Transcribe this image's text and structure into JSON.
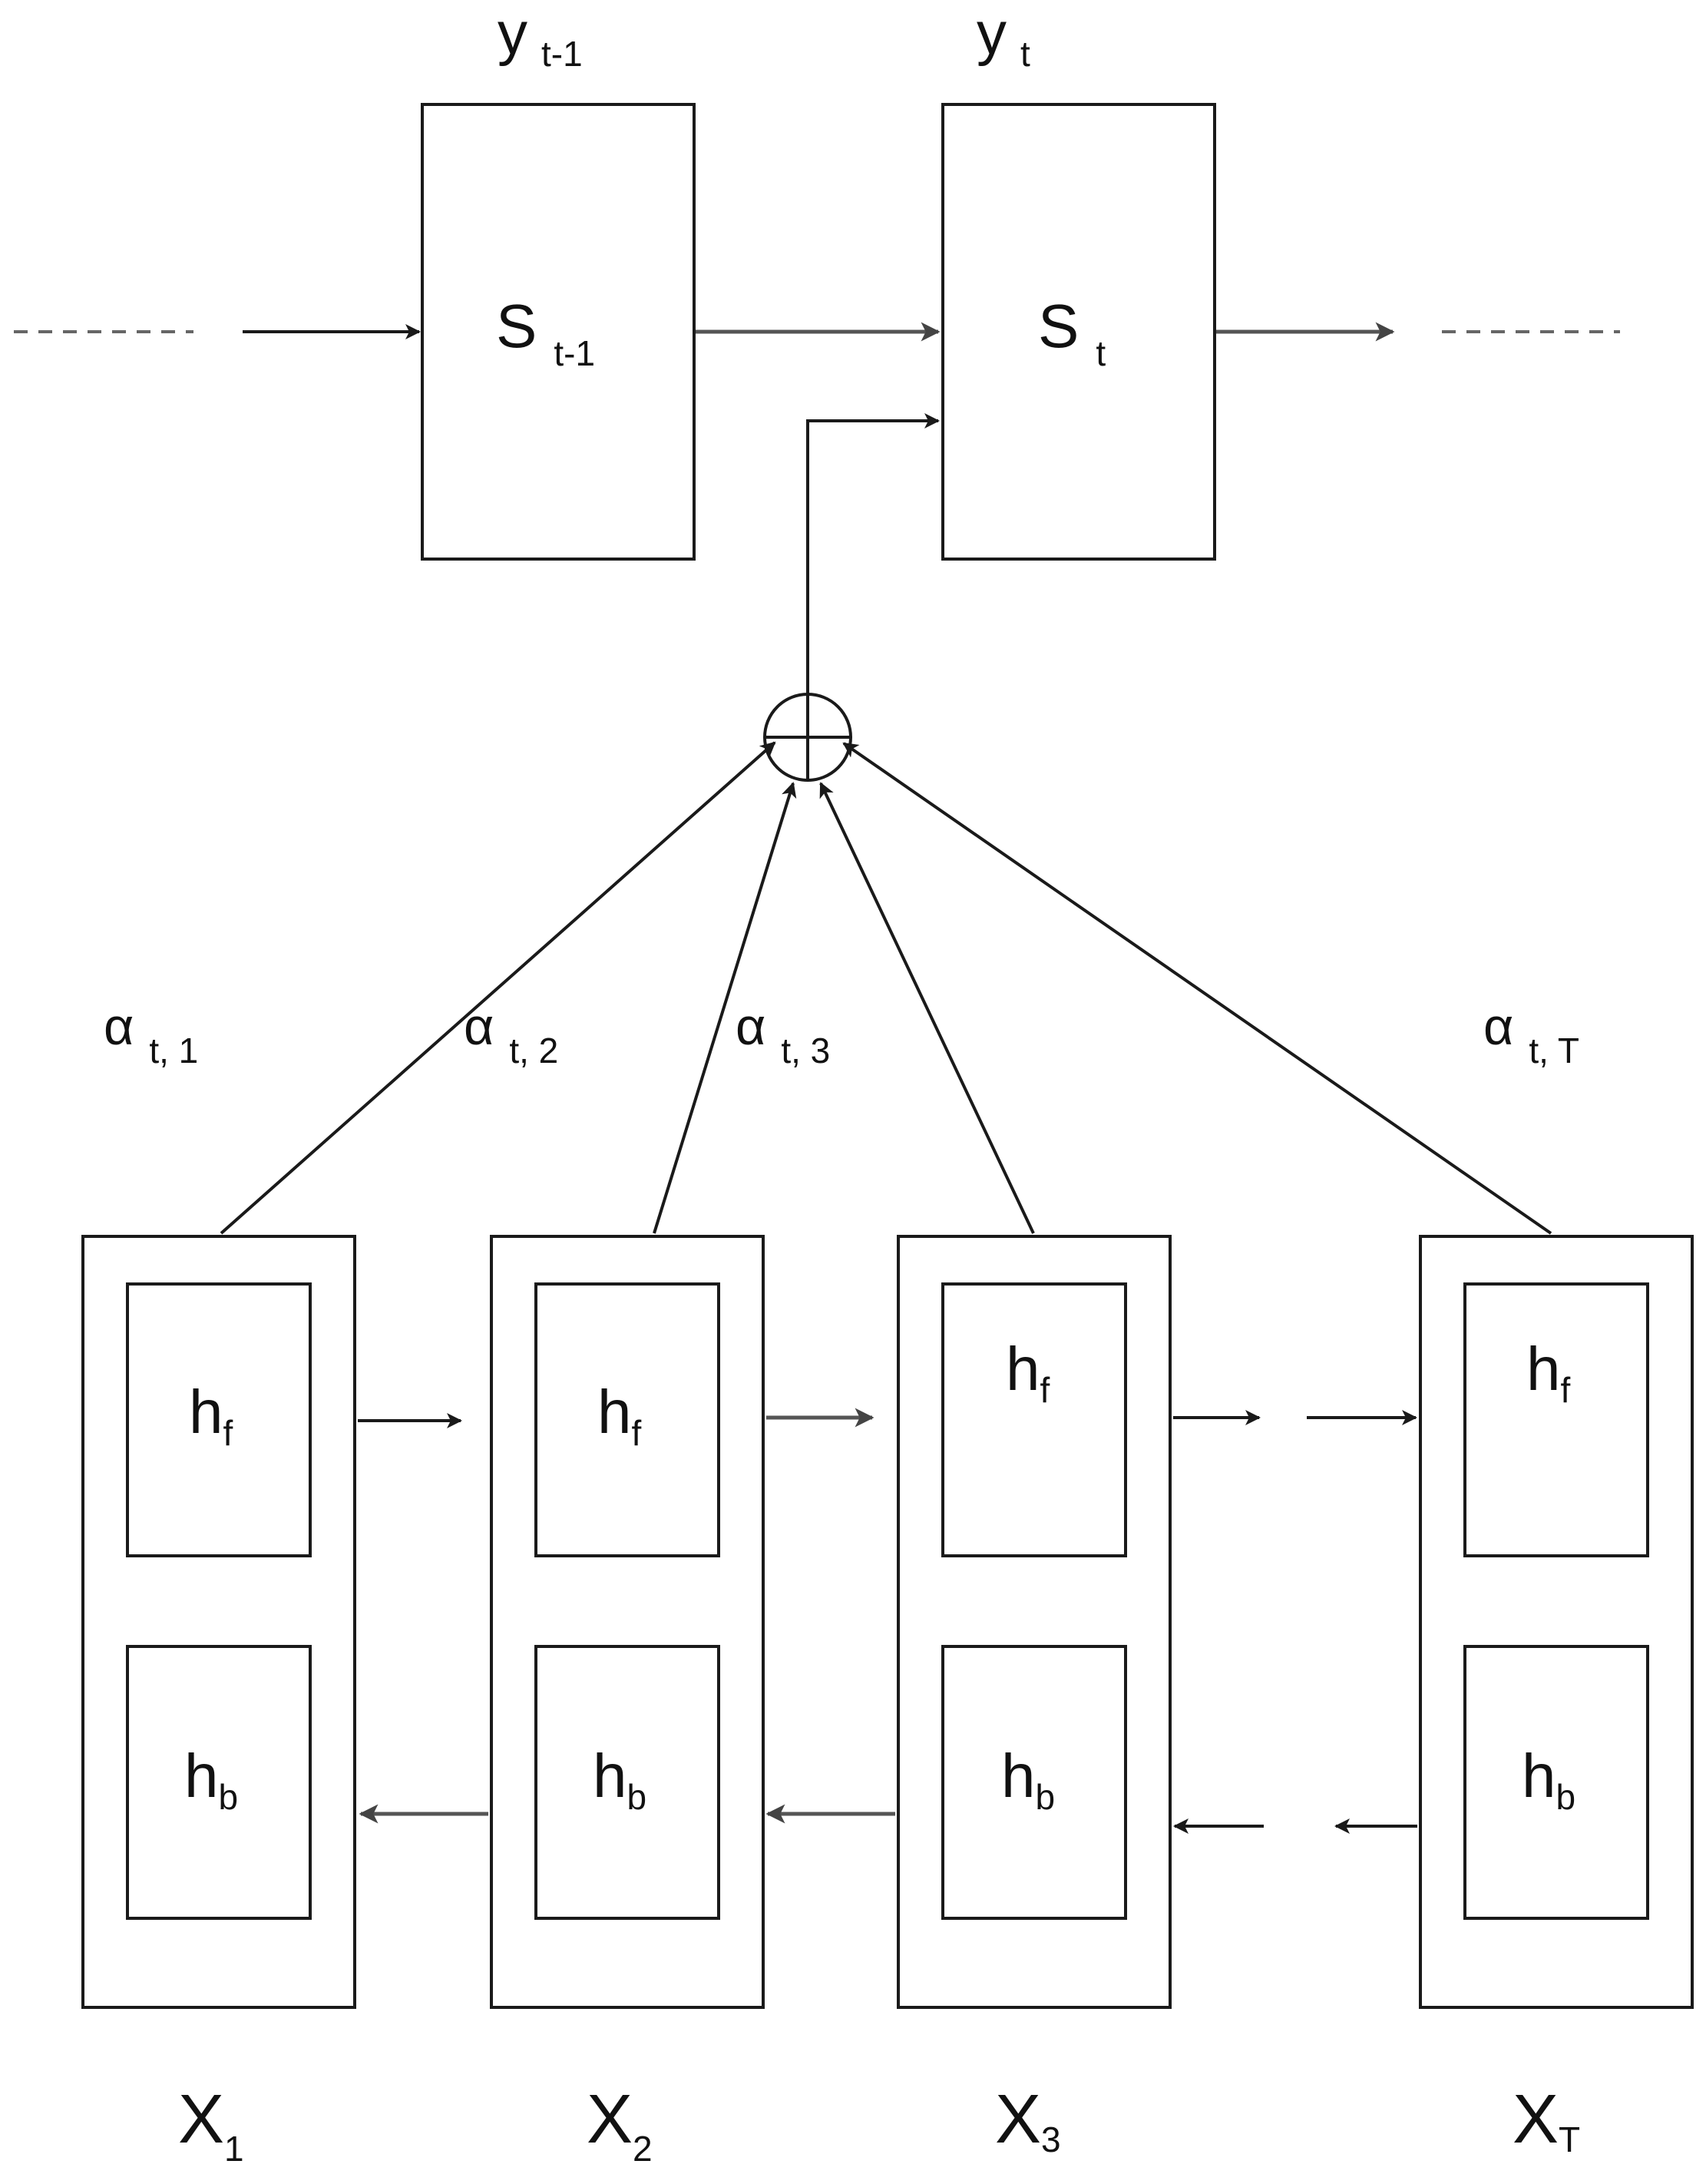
{
  "decoder": {
    "prev_state": {
      "main": "S",
      "sub": "t-1"
    },
    "curr_state": {
      "main": "S",
      "sub": "t"
    },
    "prev_output": {
      "main": "y",
      "sub": "t-1"
    },
    "curr_output": {
      "main": "y",
      "sub": "t"
    }
  },
  "weights": [
    {
      "main": "α",
      "sub": "t, 1"
    },
    {
      "main": "α",
      "sub": "t, 2"
    },
    {
      "main": "α",
      "sub": "t, 3"
    },
    {
      "main": "α",
      "sub": "t, T"
    }
  ],
  "encoder": [
    {
      "forward": {
        "main": "h",
        "sub": "f"
      },
      "backward": {
        "main": "h",
        "sub": "b"
      },
      "input": {
        "main": "X",
        "sub": "1"
      }
    },
    {
      "forward": {
        "main": "h",
        "sub": "f"
      },
      "backward": {
        "main": "h",
        "sub": "b"
      },
      "input": {
        "main": "X",
        "sub": "2"
      }
    },
    {
      "forward": {
        "main": "h",
        "sub": "f"
      },
      "backward": {
        "main": "h",
        "sub": "b"
      },
      "input": {
        "main": "X",
        "sub": "3"
      }
    },
    {
      "forward": {
        "main": "h",
        "sub": "f"
      },
      "backward": {
        "main": "h",
        "sub": "b"
      },
      "input": {
        "main": "X",
        "sub": "T"
      }
    }
  ]
}
